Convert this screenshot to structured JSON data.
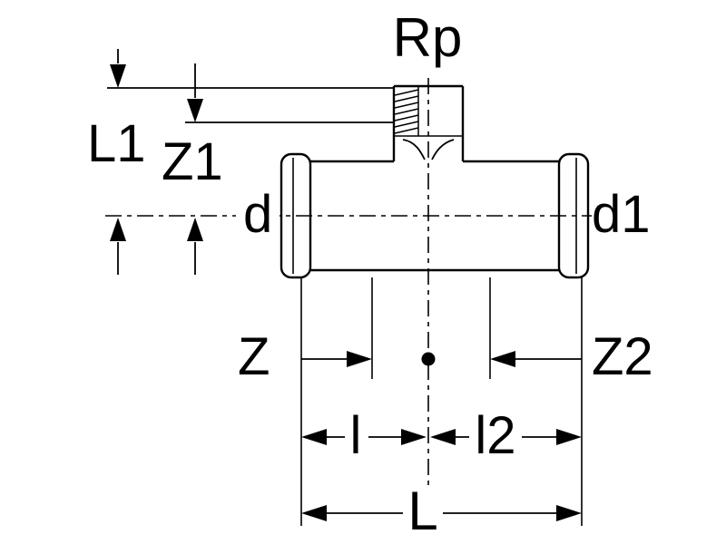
{
  "page": {
    "background_color": "#ffffff",
    "line_color": "#000000"
  },
  "labels": {
    "rp": "Rp",
    "l1": "L1",
    "z1": "Z1",
    "d": "d",
    "d1": "d1",
    "z": "Z",
    "z2": "Z2",
    "l": "l",
    "l2": "l2",
    "L": "L"
  }
}
